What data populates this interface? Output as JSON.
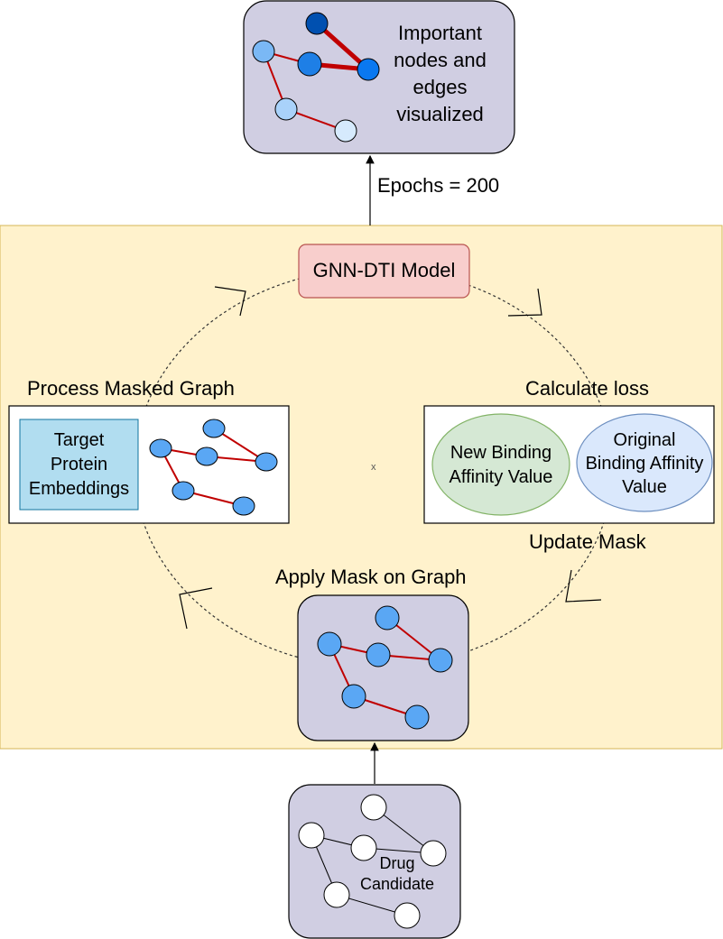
{
  "top_panel": {
    "label_lines": [
      "Important",
      "nodes and",
      "edges",
      "visualized"
    ]
  },
  "epochs_label": "Epochs = 200",
  "model": {
    "label": "GNN-DTI Model"
  },
  "process": {
    "title": "Process Masked Graph",
    "protein_lines": [
      "Target",
      "Protein",
      "Embeddings"
    ]
  },
  "loss": {
    "title": "Calculate loss",
    "new_value_lines": [
      "New Binding",
      "Affinity Value"
    ],
    "original_value_lines": [
      "Original",
      "Binding Affinity",
      "Value"
    ]
  },
  "center_mark": "x",
  "update_mask": "Update Mask",
  "apply_mask": {
    "title": "Apply Mask on Graph"
  },
  "drug": {
    "label_lines": [
      "Drug",
      "Candidate"
    ]
  },
  "colors": {
    "panel_fill": "#d0cee2",
    "loop_fill": "#fff2cc",
    "loop_border": "#d6b656",
    "model_fill": "#f8cecc",
    "model_border": "#b85450",
    "protein_fill": "#b1ddf0",
    "protein_border": "#10739e",
    "new_value_fill": "#d5e8d4",
    "new_value_border": "#82b366",
    "original_value_fill": "#dae8fc",
    "original_value_border": "#6c8ebf",
    "node_blue": "#5aa7f4",
    "edge_red": "#c00000"
  }
}
